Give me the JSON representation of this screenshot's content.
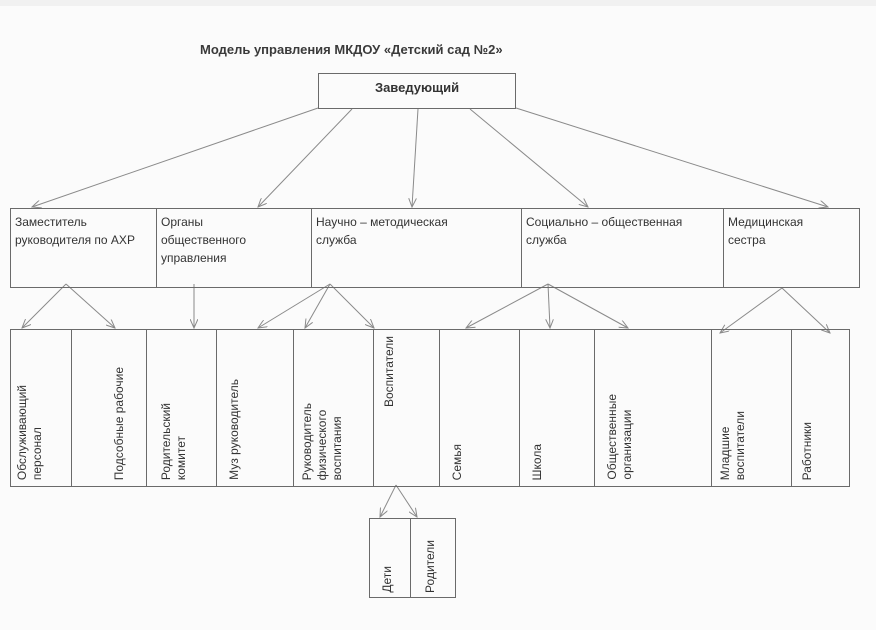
{
  "title": "Модель управления МКДОУ «Детский сад №2»",
  "root": "Заведующий",
  "level2": [
    "Заместитель\nруководителя по АХР",
    "Органы\nобщественного\nуправления",
    "Научно – методическая\nслужба",
    "Социально – общественная\nслужба",
    "Медицинская\nсестра"
  ],
  "level3": [
    "Обслуживающий\nперсонал",
    "Подсобные рабочие",
    "Родительский\nкомитет",
    "Муз руководитель",
    "Руководитель\nфизического\nвоспитания",
    "Воспитатели",
    "Семья",
    "Школа",
    "Общественные\nорганизации",
    "Младшие\nвоспитатели",
    "Работники"
  ],
  "level4": [
    "Дети",
    "Родители"
  ]
}
